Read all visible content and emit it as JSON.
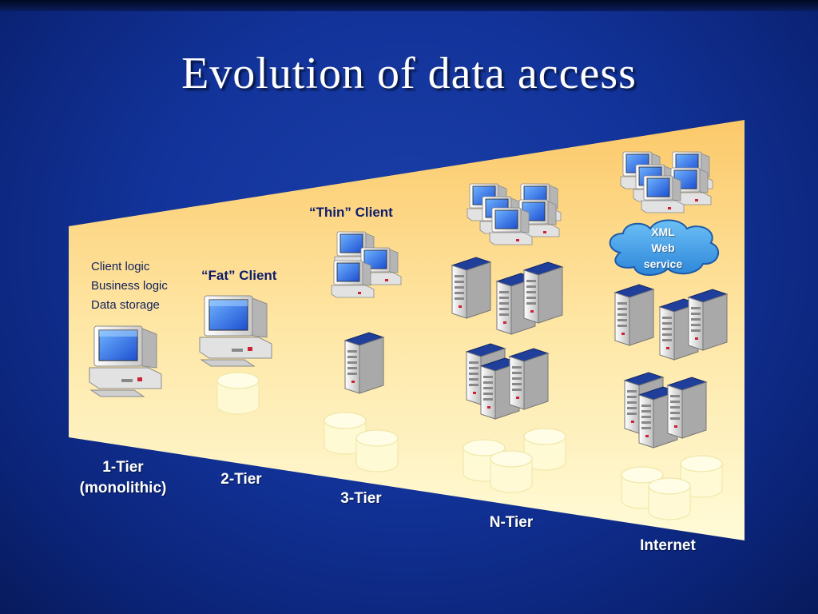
{
  "slide": {
    "title": "Evolution of data access"
  },
  "tiers": [
    {
      "label_line1": "1-Tier",
      "label_line2": "(monolithic)"
    },
    {
      "label": "2-Tier"
    },
    {
      "label": "3-Tier"
    },
    {
      "label": "N-Tier"
    },
    {
      "label": "Internet"
    }
  ],
  "annotations": {
    "client_logic": "Client logic",
    "business_logic": "Business logic",
    "data_storage": "Data storage",
    "fat_client": "“Fat” Client",
    "thin_client": "“Thin” Client",
    "cloud_line1": "XML",
    "cloud_line2": "Web",
    "cloud_line3": "service"
  },
  "colors": {
    "background": "#12339a",
    "panel_top": "#fdd27a",
    "panel_bottom": "#fff8cc",
    "server_top": "#1f3f9a",
    "cloud": "#4aa8ec",
    "title_text": "#ffffff"
  },
  "icons": [
    "desktop-computer-icon",
    "server-icon",
    "database-cylinder-icon",
    "cloud-icon"
  ]
}
